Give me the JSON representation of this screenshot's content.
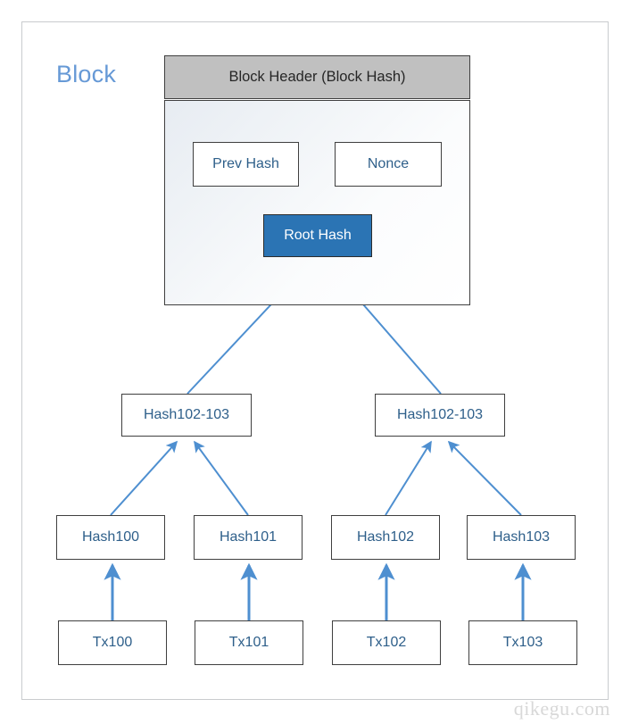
{
  "title": "Block",
  "block": {
    "header_label": "Block Header (Block Hash)",
    "prev_hash_label": "Prev Hash",
    "nonce_label": "Nonce",
    "root_hash_label": "Root Hash"
  },
  "merkle": {
    "mid_nodes": [
      {
        "label": "Hash102-103"
      },
      {
        "label": "Hash102-103"
      }
    ],
    "leaf_hashes": [
      {
        "label": "Hash100"
      },
      {
        "label": "Hash101"
      },
      {
        "label": "Hash102"
      },
      {
        "label": "Hash103"
      }
    ],
    "transactions": [
      {
        "label": "Tx100"
      },
      {
        "label": "Tx101"
      },
      {
        "label": "Tx102"
      },
      {
        "label": "Tx103"
      }
    ]
  },
  "watermark": "qikegu.com",
  "colors": {
    "title_blue": "#6699d6",
    "node_text_blue": "#2e5f8a",
    "root_fill_blue": "#2b74b4",
    "header_gray": "#c0c0c0",
    "arrow_blue": "#4e8fd0",
    "frame_border": "#c9cbce",
    "box_border": "#3f3f3f",
    "watermark_gray": "#d8d8d8"
  }
}
